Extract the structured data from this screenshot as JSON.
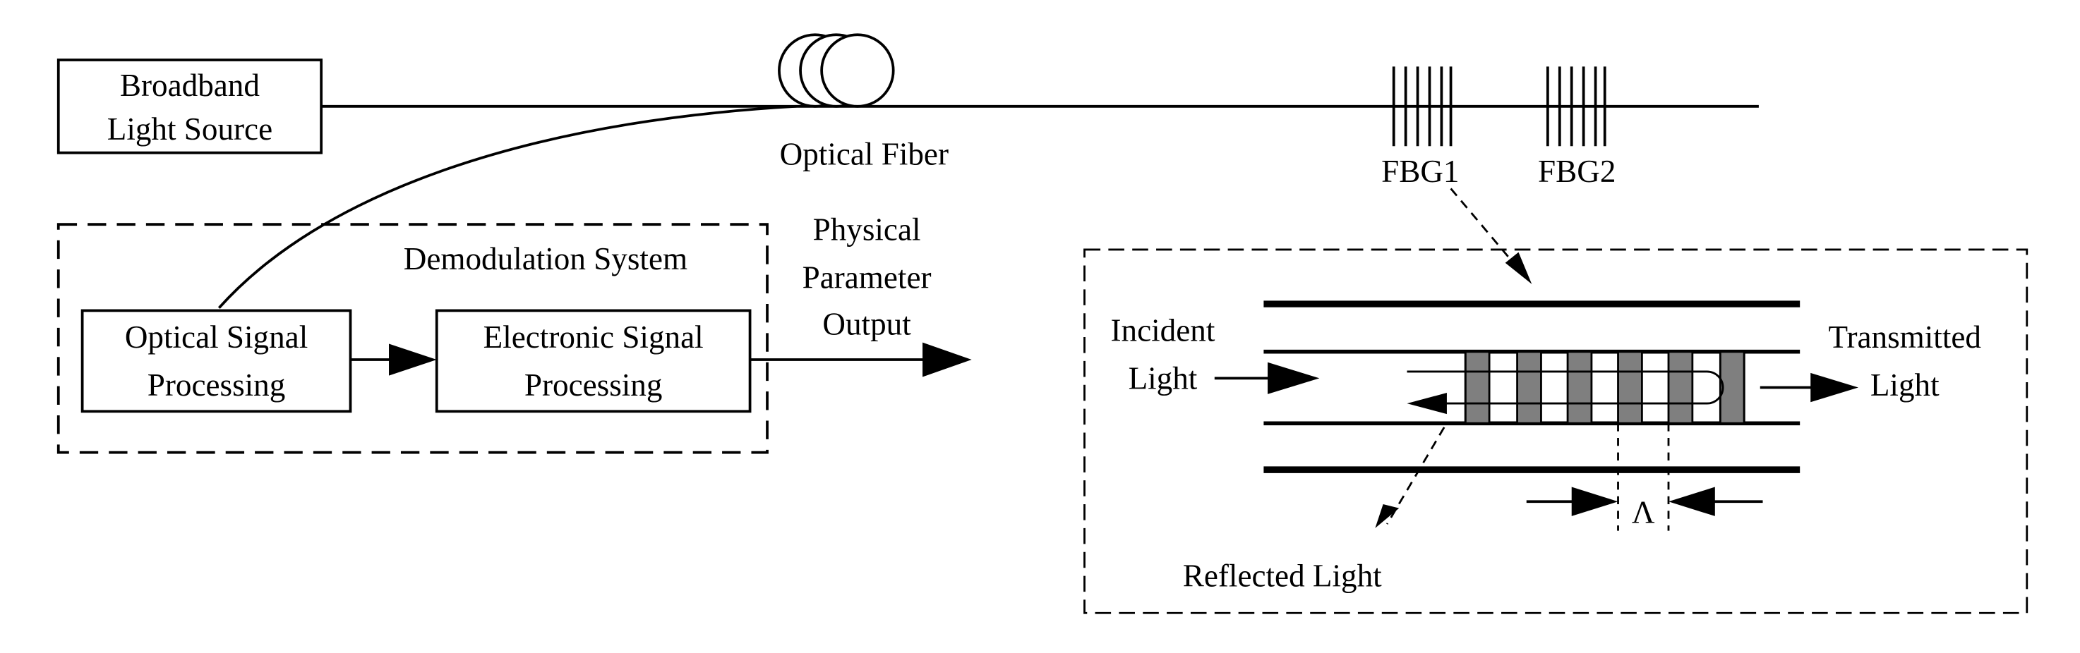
{
  "source": {
    "line1": "Broadband",
    "line2": "Light Source"
  },
  "fiber": {
    "label": "Optical Fiber"
  },
  "gratings": [
    {
      "label": "FBG1"
    },
    {
      "label": "FBG2"
    }
  ],
  "demodulation": {
    "title": "Demodulation System",
    "optical": {
      "line1": "Optical Signal",
      "line2": "Processing"
    },
    "electronic": {
      "line1": "Electronic Signal",
      "line2": "Processing"
    }
  },
  "output": {
    "line1": "Physical",
    "line2": "Parameter",
    "line3": "Output"
  },
  "detail": {
    "incident": {
      "line1": "Incident",
      "line2": "Light"
    },
    "transmitted": {
      "line1": "Transmitted",
      "line2": "Light"
    },
    "reflected": "Reflected Light",
    "period_symbol": "Λ"
  },
  "colors": {
    "line": "#000000",
    "grating_fill": "#7f7f7f",
    "background": "#ffffff"
  }
}
